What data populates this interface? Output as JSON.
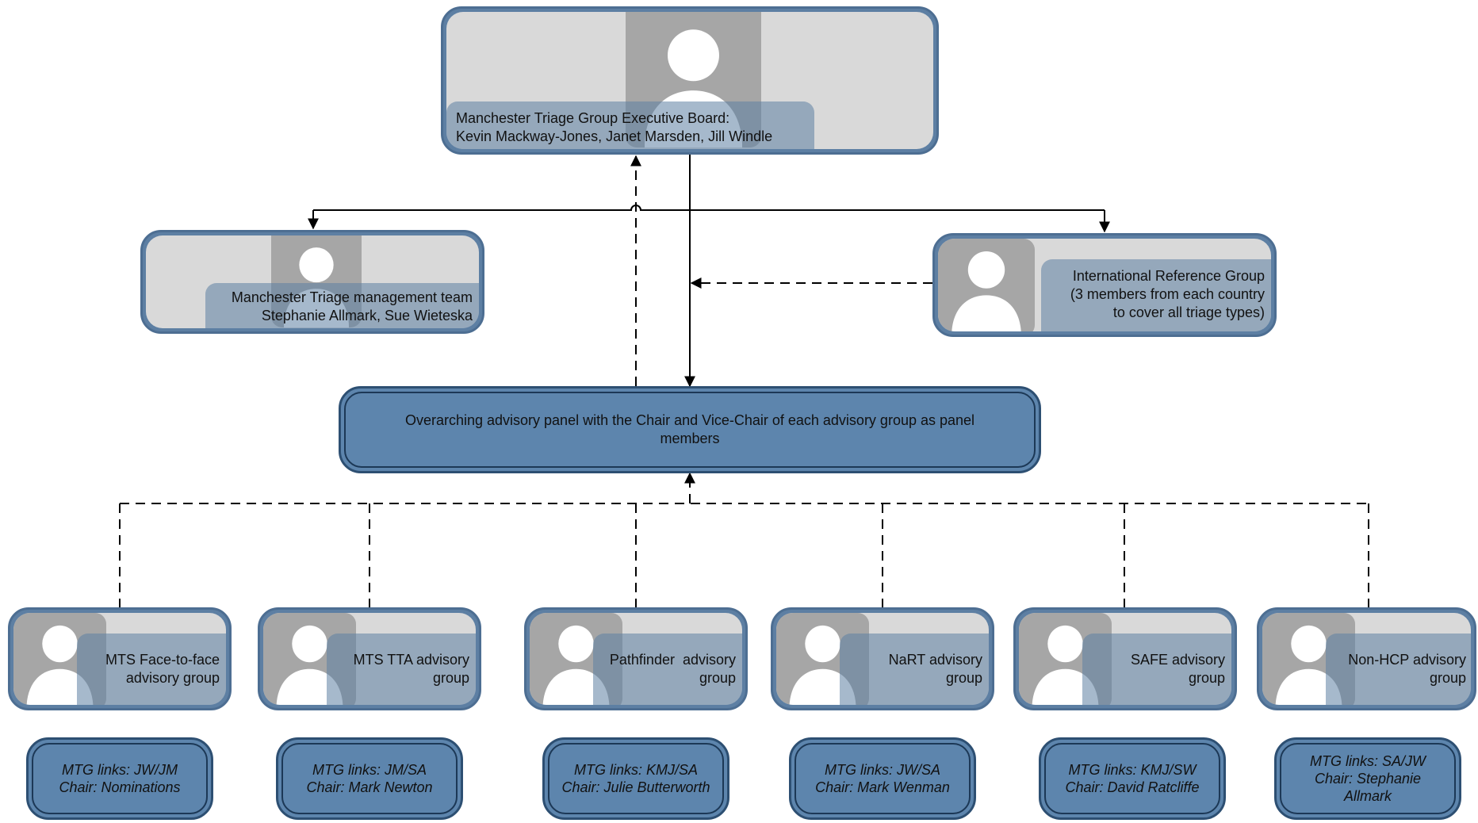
{
  "executive_board": {
    "line1": "Manchester Triage Group Executive Board:",
    "line2": "Kevin Mackway-Jones, Janet Marsden, Jill Windle"
  },
  "management_team": {
    "line1": "Manchester Triage management team",
    "line2": "Stephanie Allmark, Sue Wieteska"
  },
  "reference_group": {
    "line1": "International Reference Group",
    "line2": "(3 members from each country",
    "line3": "to cover all triage types)"
  },
  "advisory_panel": {
    "text": "Overarching advisory panel with the Chair and Vice-Chair of each advisory group as panel members"
  },
  "advisory_groups": [
    {
      "line1": "MTS Face-to-face",
      "line2": "advisory group",
      "links": "MTG links: JW/JM",
      "chair": "Chair: Nominations",
      "chair2": ""
    },
    {
      "line1": "MTS TTA advisory",
      "line2": "group",
      "links": "MTG links: JM/SA",
      "chair": "Chair: Mark Newton",
      "chair2": ""
    },
    {
      "line1": "Pathfinder  advisory",
      "line2": "group",
      "links": "MTG links: KMJ/SA",
      "chair": "Chair: Julie Butterworth",
      "chair2": ""
    },
    {
      "line1": "NaRT advisory",
      "line2": "group",
      "links": "MTG links: JW/SA",
      "chair": "Chair: Mark Wenman",
      "chair2": ""
    },
    {
      "line1": "SAFE advisory",
      "line2": "group",
      "links": "MTG links: KMJ/SW",
      "chair": "Chair: David Ratcliffe",
      "chair2": ""
    },
    {
      "line1": "Non-HCP advisory",
      "line2": "group",
      "links": "MTG links: SA/JW",
      "chair": "Chair: Stephanie",
      "chair2": "Allmark"
    }
  ],
  "colors": {
    "card_border": "#4d6e92",
    "card_fill": "#d9d9d9",
    "avatar_fill": "#a6a6a6",
    "panel_fill": "#5d85ad",
    "connector": "#000000"
  },
  "icons": {
    "avatar": "person-silhouette-icon",
    "arrow": "arrowhead-icon"
  }
}
